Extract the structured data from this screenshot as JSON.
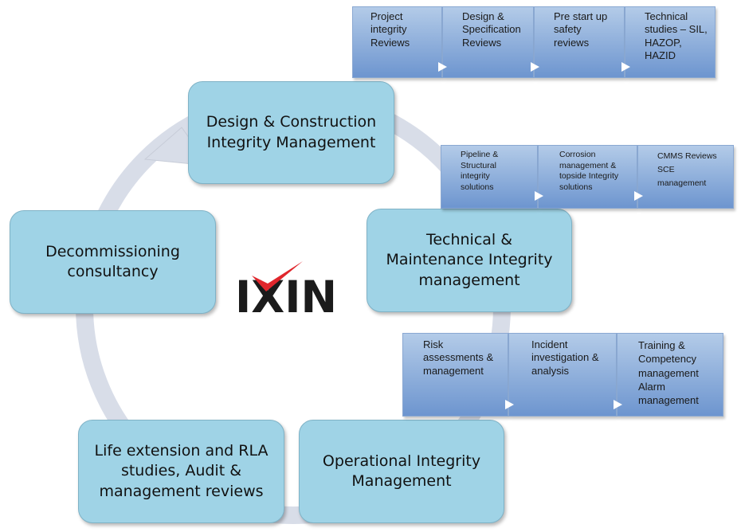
{
  "colors": {
    "node_fill": "#9fd3e6",
    "ring": "#d8dde8",
    "sub_top": "#b3cbe8",
    "sub_bottom": "#6d95cf",
    "logo_text": "#1b1b1b",
    "logo_accent": "#e0262c"
  },
  "logo": {
    "text": "IXIN"
  },
  "nodes": {
    "design_construction": "Design & Construction\nIntegrity Management",
    "technical_maintenance": "Technical &\nMaintenance Integrity\nmanagement",
    "operational": "Operational Integrity\nManagement",
    "life_extension": "Life extension and RLA\nstudies, Audit &\nmanagement reviews",
    "decommissioning": "Decommissioning\nconsultancy"
  },
  "design_sub": [
    "Project\nintegrity\nReviews",
    "Design &\nSpecification\nReviews",
    "Pre start up\nsafety\nreviews",
    "Technical\nstudies – SIL,\nHAZOP,\nHAZID"
  ],
  "technical_sub": [
    "Pipeline &\nStructural\nintegrity\nsolutions",
    "Corrosion\nmanagement &\ntopside Integrity\nsolutions",
    "CMMS Reviews\nSCE\nmanagement"
  ],
  "operational_sub": [
    "Risk\nassessments &\nmanagement",
    "Incident\ninvestigation &\nanalysis",
    "Training &\nCompetency\nmanagement\nAlarm\nmanagement"
  ]
}
